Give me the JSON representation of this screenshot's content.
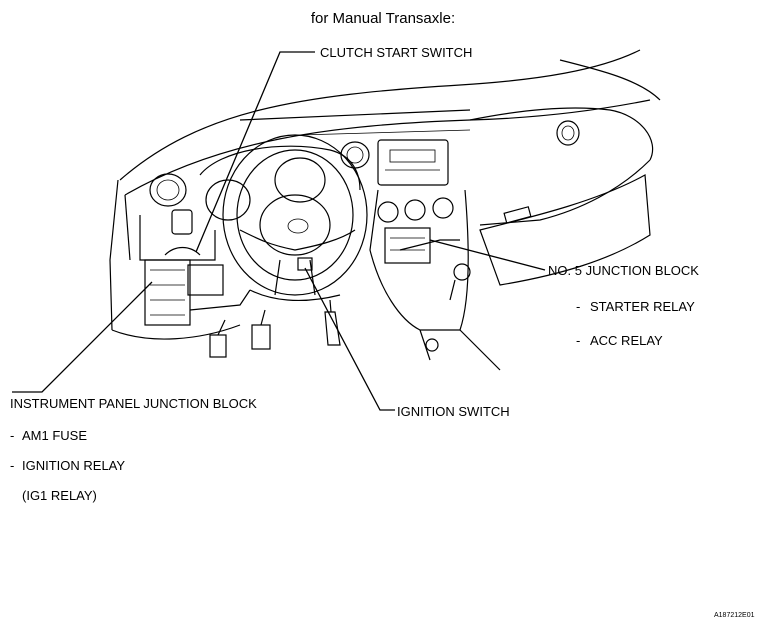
{
  "title": "for Manual Transaxle:",
  "labels": {
    "clutch_start_switch": "CLUTCH START SWITCH",
    "no5_junction_block": "NO. 5 JUNCTION BLOCK",
    "starter_relay": "STARTER RELAY",
    "acc_relay": "ACC RELAY",
    "instrument_panel_junction_block": "INSTRUMENT PANEL JUNCTION BLOCK",
    "am1_fuse": "AM1 FUSE",
    "ignition_relay": "IGNITION RELAY",
    "ig1_relay": "(IG1 RELAY)",
    "ignition_switch": "IGNITION SWITCH",
    "dash": "-"
  },
  "figure_code": "A187212E01"
}
